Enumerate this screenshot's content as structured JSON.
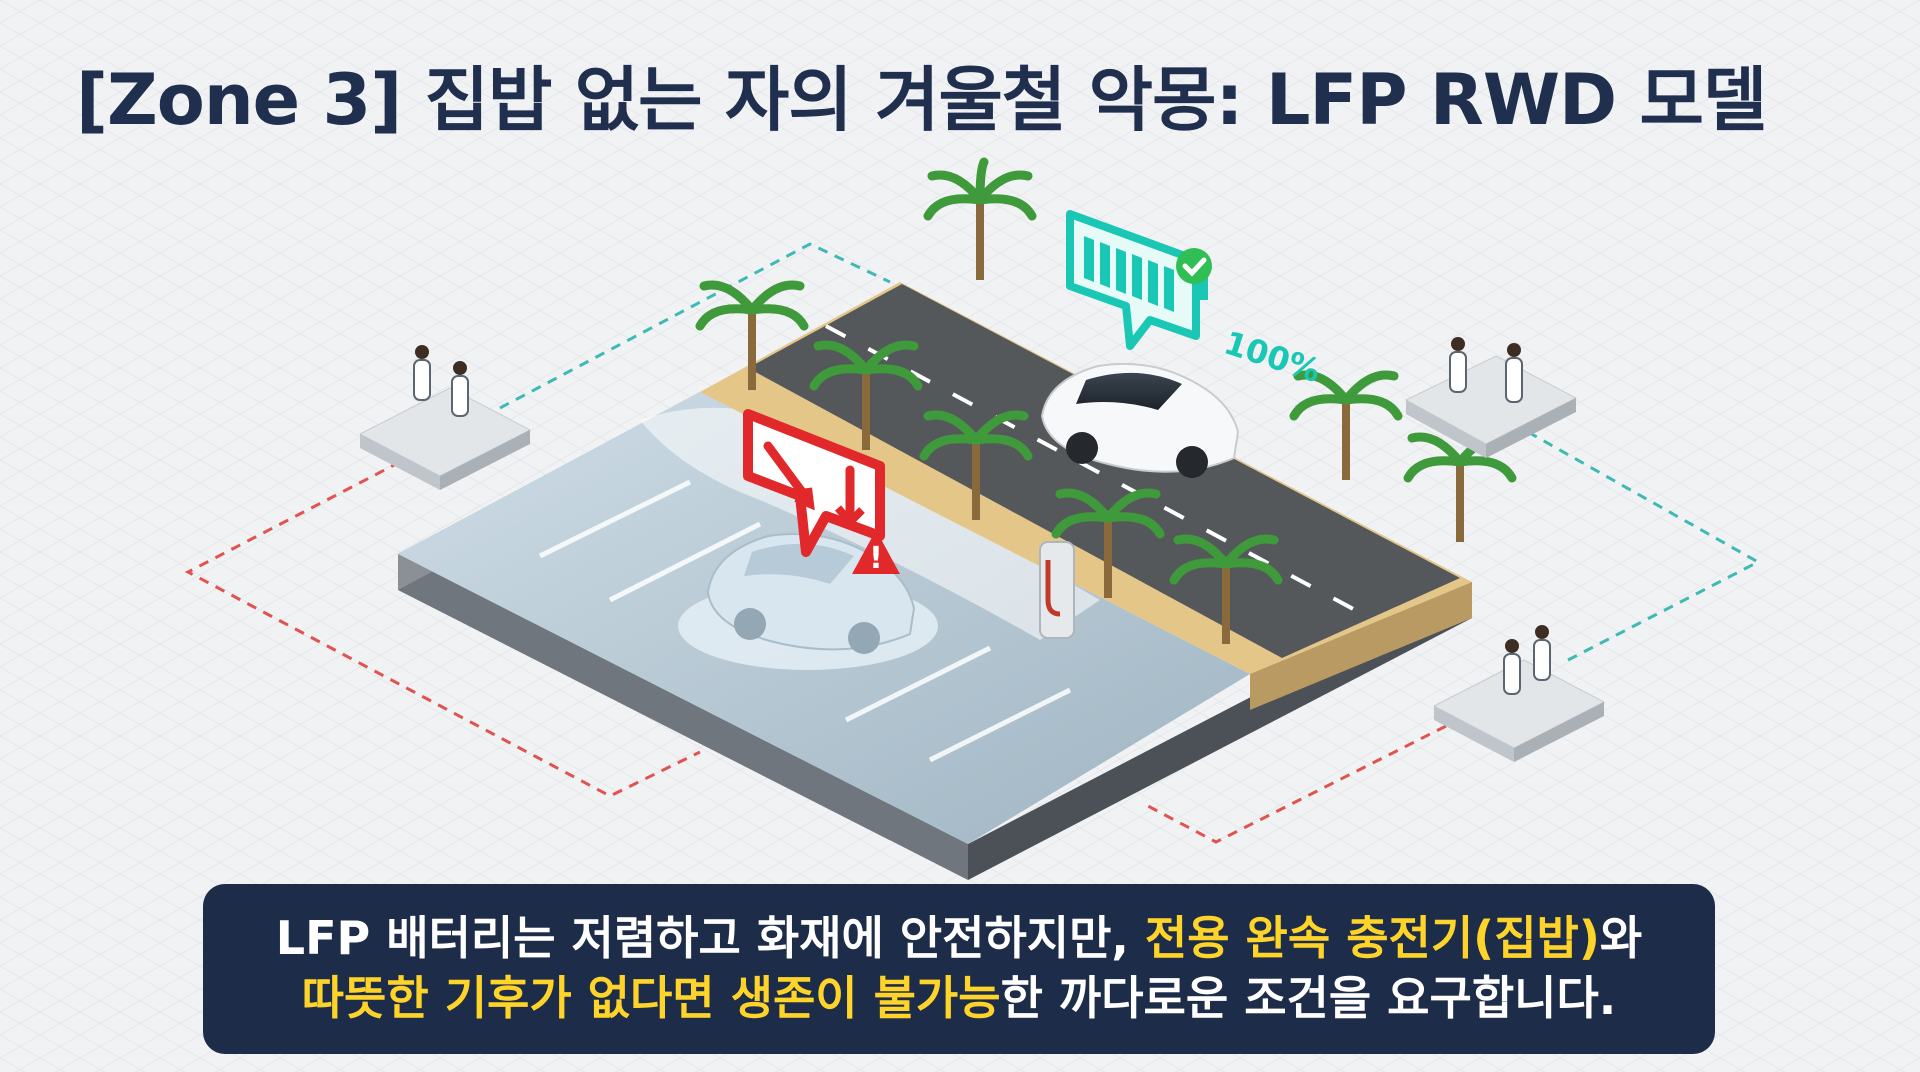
{
  "title": "[Zone 3] 집밥 없는 자의 겨울철 악몽: LFP RWD 모델",
  "battery_level_label": "100%",
  "battery_level": 1.0,
  "caption": {
    "line1": [
      {
        "text": "LFP 배터리는 저렴하고 화재에 안전하지만, ",
        "highlight": false
      },
      {
        "text": "전용 완속 충전기(집밥)",
        "highlight": true
      },
      {
        "text": "와",
        "highlight": false
      }
    ],
    "line2": [
      {
        "text": "따뜻한 기후가 없다면 생존이 불가능",
        "highlight": true
      },
      {
        "text": "한 까다로운 조건을 요구합니다.",
        "highlight": false
      }
    ]
  },
  "colors": {
    "title": "#1f2f4d",
    "caption_bg": "#1d2c49",
    "highlight": "#ffd42a",
    "battery": "#19c7b4",
    "warning": "#e1282b",
    "dashed_teal": "#3fb9b4",
    "dashed_red": "#e0534f"
  },
  "icons": {
    "battery_status": "full-battery-check-icon",
    "cold_warning": "battery-drain-warning-icon"
  }
}
